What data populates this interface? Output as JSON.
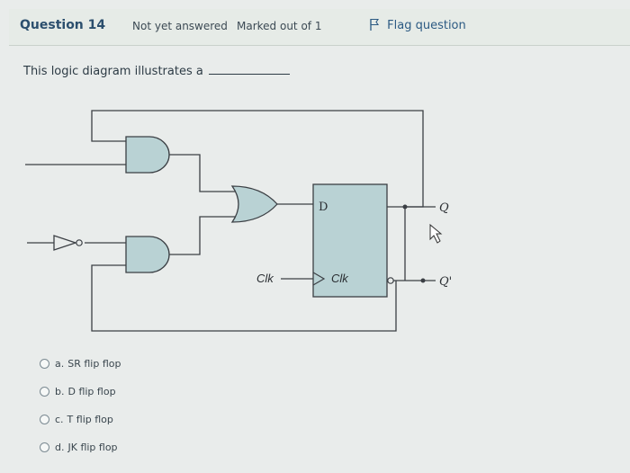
{
  "header": {
    "question_label": "Question",
    "question_number": "14",
    "status": "Not yet answered",
    "marks": "Marked out of 1",
    "flag_label": "Flag question"
  },
  "question": {
    "text": "This logic diagram illustrates a"
  },
  "diagram": {
    "d_label": "D",
    "clk_in_label": "Clk",
    "clk_box_label": "Clk",
    "q_label": "Q",
    "qbar_label": "Q'"
  },
  "options": [
    {
      "letter": "a.",
      "text": "SR flip flop"
    },
    {
      "letter": "b.",
      "text": "D flip flop"
    },
    {
      "letter": "c.",
      "text": "T flip flop"
    },
    {
      "letter": "d.",
      "text": "JK flip flop"
    }
  ],
  "colors": {
    "gate_fill": "#b9d2d4",
    "wire": "#3b3f44",
    "accent": "#2c5a83"
  }
}
